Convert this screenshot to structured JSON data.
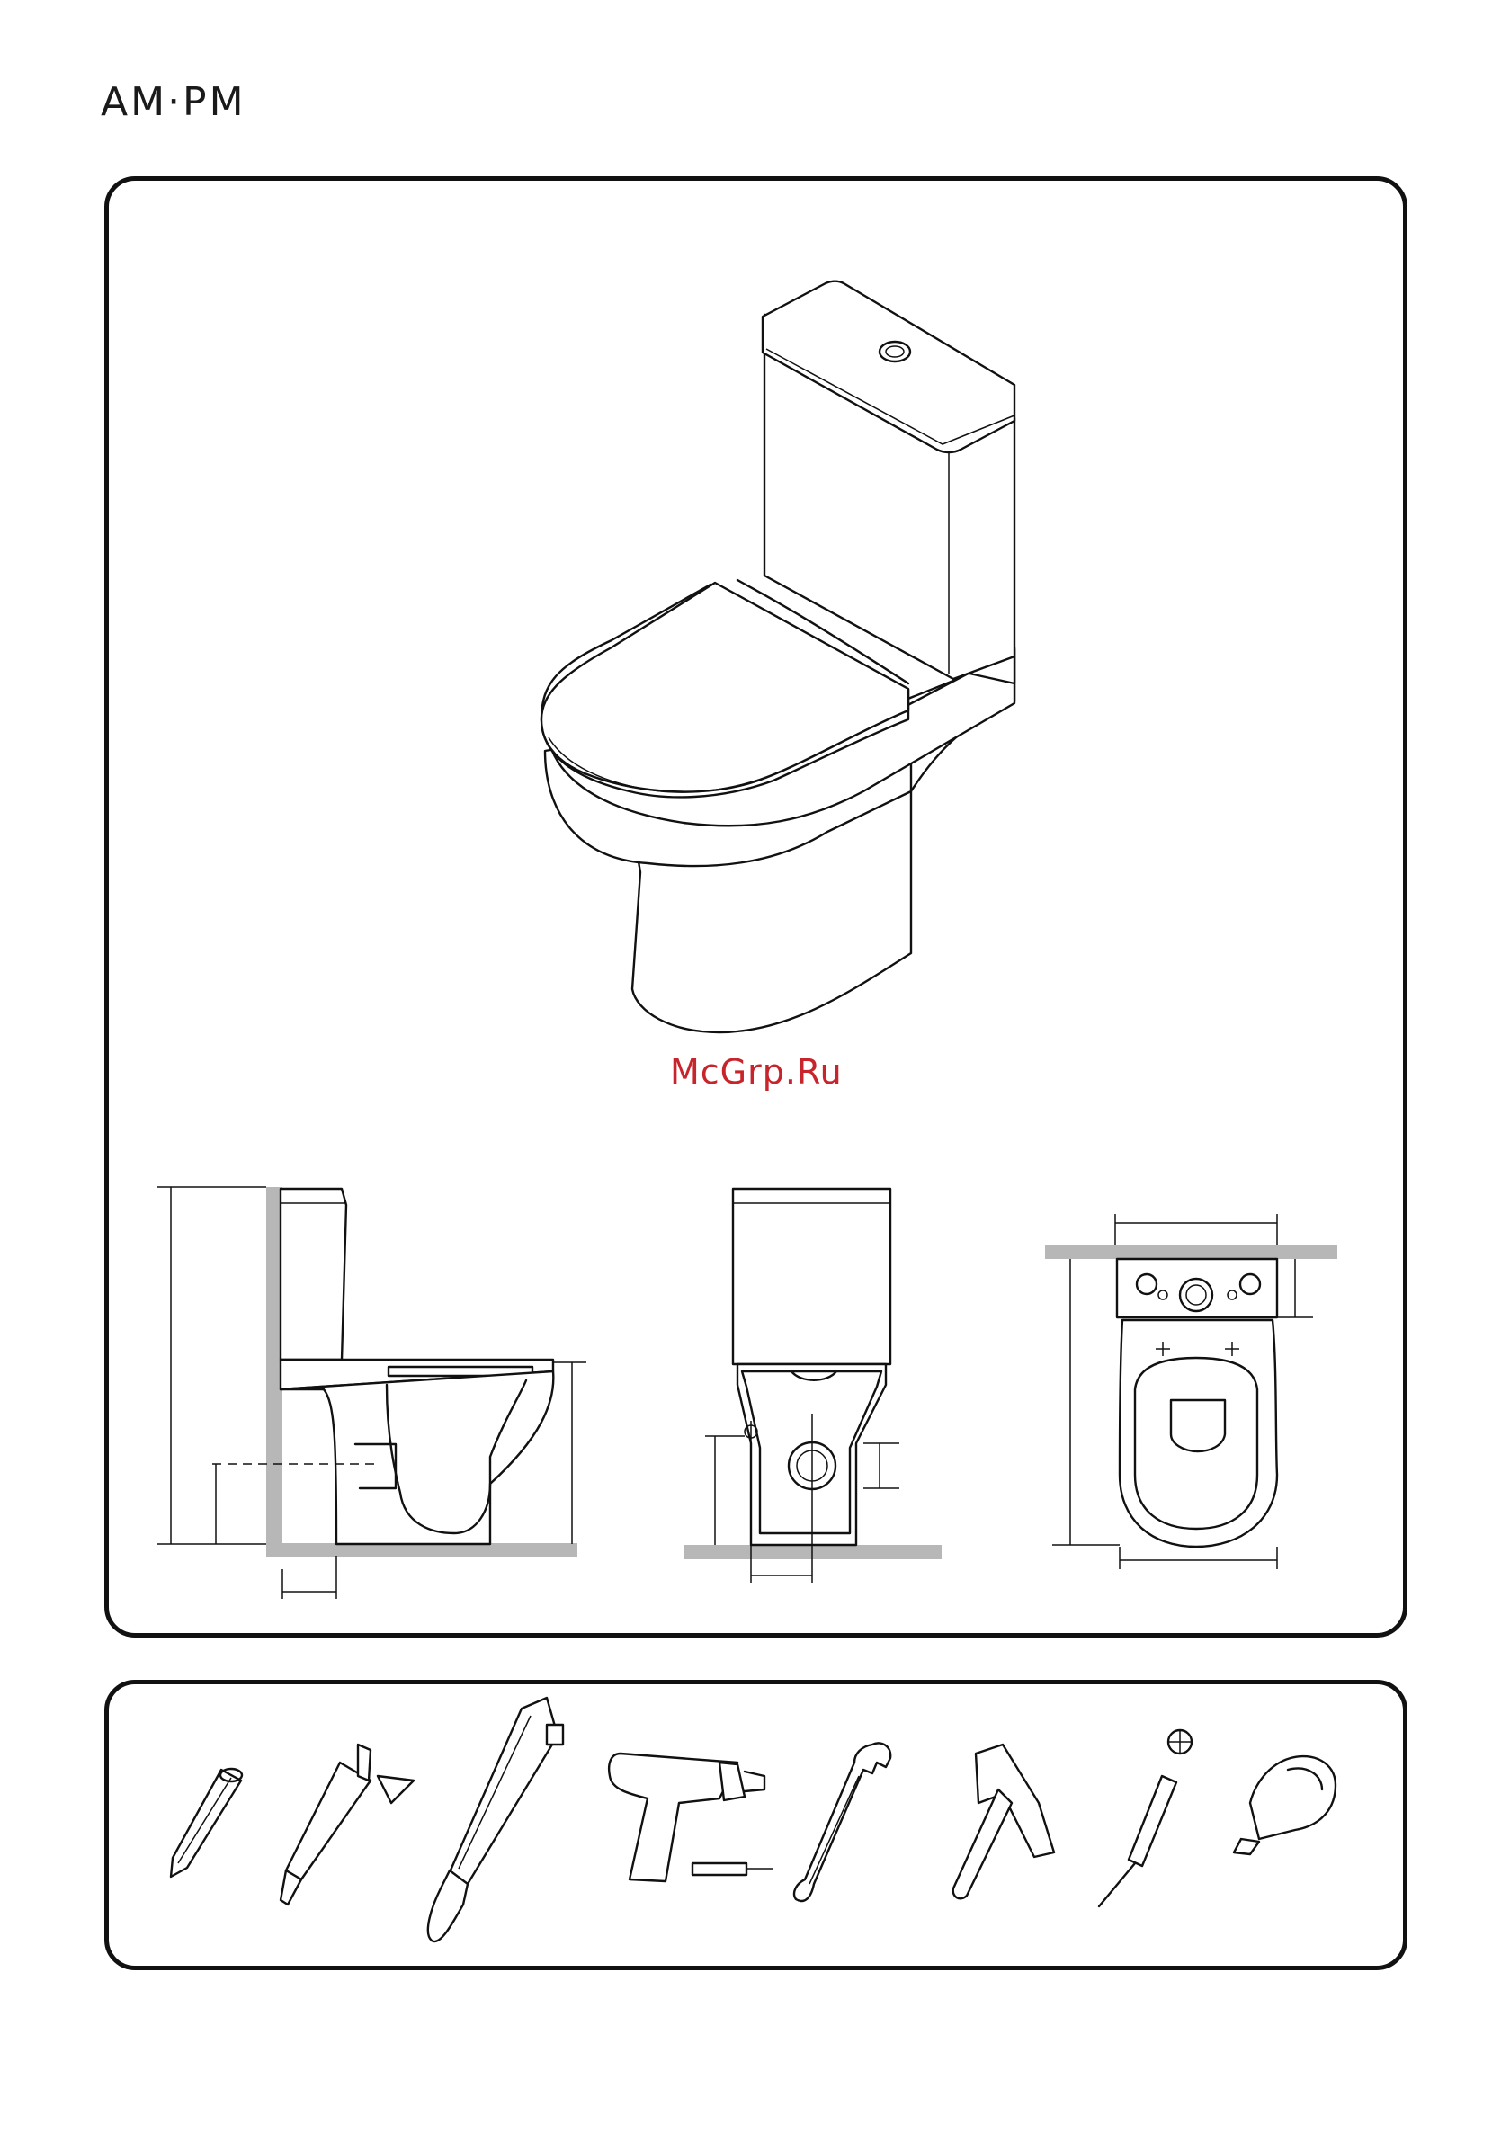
{
  "brand": {
    "logo_text": "AM·PM"
  },
  "watermark": {
    "text": "McGrp.Ru"
  },
  "figures": {
    "main": "toilet-isometric",
    "dimension_views": [
      "side-view",
      "front-view",
      "top-view"
    ]
  },
  "tools": [
    {
      "name": "pencil-icon"
    },
    {
      "name": "caulking-gun-icon"
    },
    {
      "name": "hacksaw-icon"
    },
    {
      "name": "drill-icon"
    },
    {
      "name": "wrench-icon"
    },
    {
      "name": "hammer-icon"
    },
    {
      "name": "screwdriver-icon"
    },
    {
      "name": "tape-measure-icon"
    }
  ]
}
